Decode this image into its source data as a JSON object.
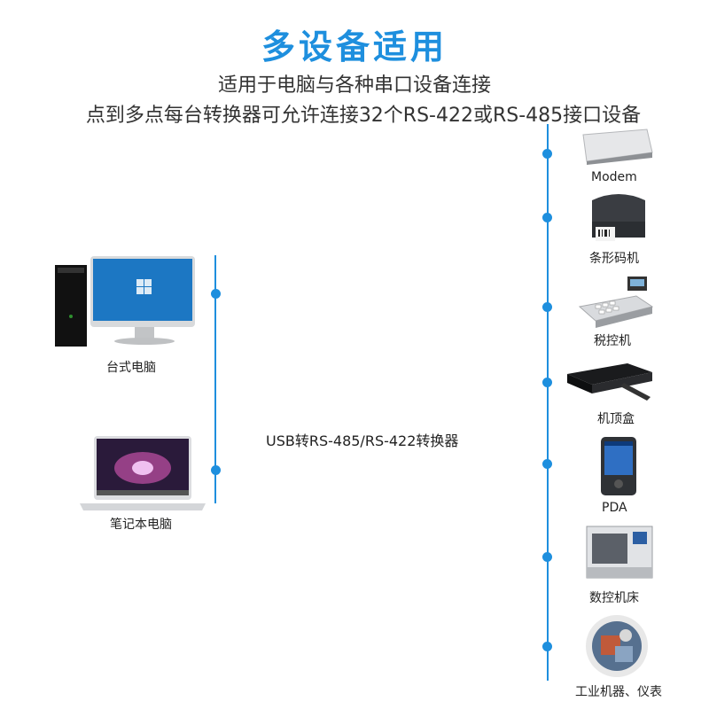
{
  "header": {
    "title": "多设备适用",
    "subtitle_1": "适用于电脑与各种串口设备连接",
    "subtitle_2": "点到多点每台转换器可允许连接32个RS-422或RS-485接口设备"
  },
  "center": {
    "label": "USB转RS-485/RS-422转换器"
  },
  "left_devices": [
    {
      "label": "台式电脑",
      "icon": "desktop-computer-icon"
    },
    {
      "label": "笔记本电脑",
      "icon": "laptop-icon"
    }
  ],
  "right_devices": [
    {
      "label": "Modem",
      "icon": "modem-icon"
    },
    {
      "label": "条形码机",
      "icon": "barcode-printer-icon"
    },
    {
      "label": "税控机",
      "icon": "cash-register-icon"
    },
    {
      "label": "机顶盒",
      "icon": "set-top-box-icon"
    },
    {
      "label": "PDA",
      "icon": "pda-icon"
    },
    {
      "label": "数控机床",
      "icon": "cnc-machine-icon"
    },
    {
      "label": "工业机器、仪表",
      "icon": "industrial-machine-icon"
    }
  ],
  "colors": {
    "accent": "#1e8fde"
  }
}
